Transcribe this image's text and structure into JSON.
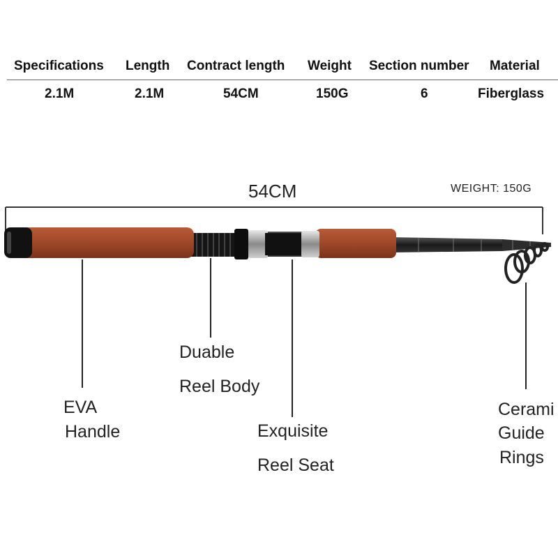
{
  "specs": {
    "headers": [
      "Specifications",
      "Length",
      "Contract length",
      "Weight",
      "Section number",
      "Material"
    ],
    "values": [
      "2.1M",
      "2.1M",
      "54CM",
      "150G",
      "6",
      "Fiberglass"
    ]
  },
  "dimension": {
    "length_label": "54CM",
    "weight_label": "WEIGHT: 150G"
  },
  "callouts": {
    "handle_line1": "EVA",
    "handle_line2": "Handle",
    "reel_body_line1": "Duable",
    "reel_body_line2": "Reel Body",
    "reel_seat_line1": "Exquisite",
    "reel_seat_line2": "Reel Seat",
    "rings_line1": "Cerami",
    "rings_line2": "Guide",
    "rings_line3": "Rings"
  },
  "colors": {
    "cork": "#a24a2a",
    "blank": "#2a2a2a",
    "chrome": "#b8b8b8"
  }
}
